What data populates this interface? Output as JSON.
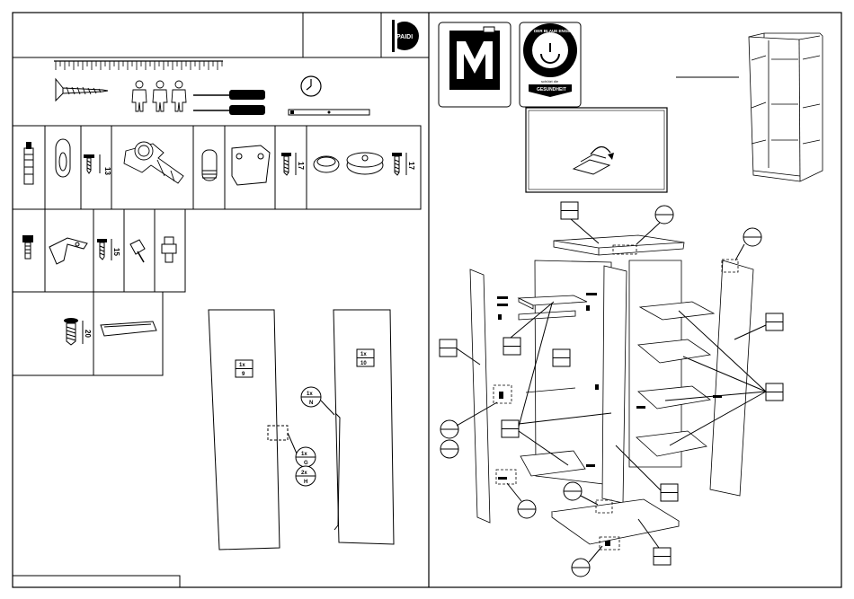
{
  "brand": {
    "logo_text": "PAIDI"
  },
  "tools": {
    "screw_length_13": "13",
    "screw_length_17a": "17",
    "screw_length_17b": "17",
    "screw_length_15": "15",
    "screw_length_20": "20"
  },
  "left_door": {
    "count": "1x",
    "part": "9"
  },
  "right_door": {
    "count": "1x",
    "part": "10"
  },
  "circle_labels": {
    "n": {
      "count": "1x",
      "part": "N"
    },
    "g": {
      "count": "1x",
      "part": "G"
    },
    "h": {
      "count": "2x",
      "part": "H"
    }
  },
  "eco_label": {
    "top": "DER BLAUE ENGEL",
    "bottom": "GESUNDHEIT",
    "schuetzt": "schützt die"
  }
}
